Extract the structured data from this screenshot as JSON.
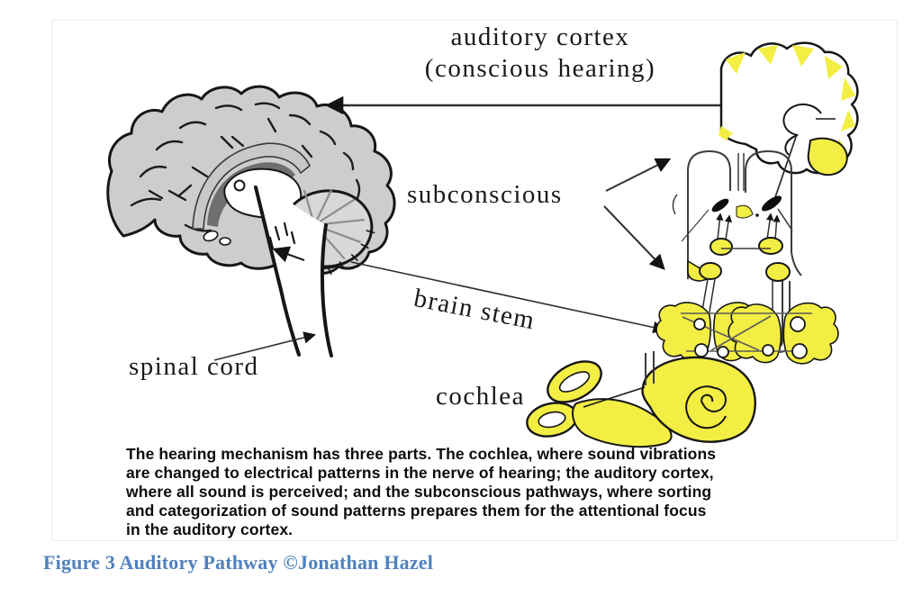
{
  "figure": {
    "labels": {
      "auditory_cortex": "auditory cortex",
      "conscious_hearing": "(conscious hearing)",
      "subconscious": "subconscious",
      "brain_stem": "brain stem",
      "spinal_cord": "spinal cord",
      "cochlea": "cochlea"
    },
    "description_lines": [
      "The hearing mechanism has three parts. The cochlea, where sound vibrations",
      "are changed to electrical patterns in the nerve of hearing; the auditory cortex,",
      "where all sound is perceived; and the subconscious pathways, where sorting",
      "and categorization of sound patterns prepares them for the attentional focus",
      "in the auditory cortex."
    ],
    "caption": "Figure 3 Auditory Pathway ©Jonathan Hazel",
    "colors": {
      "highlight_yellow": "#f3ee44",
      "caption_blue": "#4f81bd",
      "brain_gray": "#cdcdcd",
      "brain_gray_light": "#d8d8d8",
      "corpus_gray": "#c8c8c8",
      "dark_gray": "#6f6f6f",
      "ink": "#161616",
      "line_gray": "#3d3d3d"
    }
  }
}
